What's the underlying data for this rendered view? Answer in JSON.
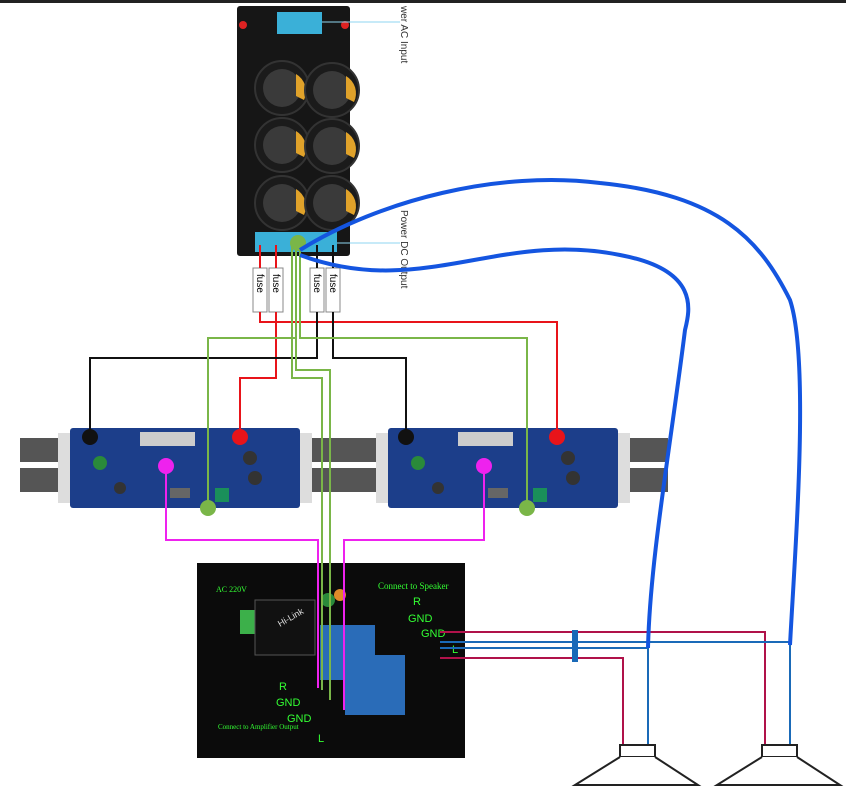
{
  "psu": {
    "ac_label": "wer AC Input",
    "dc_label": "Power DC Output"
  },
  "fuses": [
    "fuse",
    "fuse",
    "fuse",
    "fuse"
  ],
  "relay_board": {
    "ac_label": "AC 220V",
    "speaker_title": "Connect to Speaker",
    "speaker_r": "R",
    "speaker_gnd1": "GND",
    "speaker_gnd2": "GND",
    "speaker_l": "L",
    "amp_r": "R",
    "amp_gnd1": "GND",
    "amp_gnd2": "GND",
    "amp_title": "Connect to Amplifier Output",
    "amp_l": "L",
    "module_brand": "Hi-Link"
  },
  "colors": {
    "positive": "#e8141a",
    "negative": "#111111",
    "ground": "#7ab648",
    "signal": "#ee22ee",
    "speaker_pos": "#b0124a",
    "speaker_neg": "#1a6ab8",
    "ground_wire": "#1455e0"
  }
}
